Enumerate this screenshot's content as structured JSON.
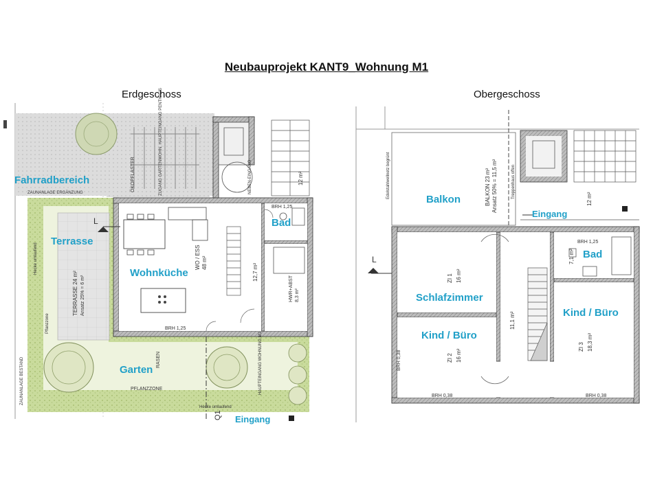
{
  "title": "Neubauprojekt KANT9_Wohnung M1",
  "floors": {
    "ground": {
      "name": "Erdgeschoss",
      "rooms": [
        {
          "key": "fahrrad",
          "label": "Fahrradbereich"
        },
        {
          "key": "terrasse",
          "label": "Terrasse"
        },
        {
          "key": "wohnkueche",
          "label": "Wohnküche"
        },
        {
          "key": "bad",
          "label": "Bad"
        },
        {
          "key": "garten",
          "label": "Garten"
        },
        {
          "key": "eingang",
          "label": "Eingang"
        }
      ],
      "annotations": {
        "wo_ess": "WO / ESS",
        "wo_ess_area": "48 m²",
        "flur_area": "12,7 m²",
        "hwr": "HWR+ABST",
        "hwr_area": "8,3 m²",
        "terrasse_text": "TERRASSE 24 m²",
        "terrasse_ansatz": "Ansatz 25% = 6 m²",
        "brh_1": "BRH 1,25",
        "brh_2": "BRH 1,25",
        "rasen": "RASEN",
        "pflanzzone": "PFLANZZONE",
        "pflanzzone_v": "Pflanzzone",
        "hecke": "Hecke umlaufend",
        "hecke_v": "Hecke umlaufend",
        "zaun": "ZAUNANLAGE ERGÄNZUNG",
        "zaun_bestand": "ZAUNANLAGE BESTAND",
        "oekopflaster": "ÖKOPFLASTER",
        "zugang": "ZUGANG GARTENWOHN. HAUPTEINGANG PENTHAUS",
        "haupteingang": "HAUPTEINGANG WOHNUNG M1",
        "nebeneingang": "NEBEN-EINGANG",
        "treppe_area": "12 m²",
        "section_mark": "L",
        "section_bottom": "Q1"
      }
    },
    "upper": {
      "name": "Obergeschoss",
      "rooms": [
        {
          "key": "balkon",
          "label": "Balkon"
        },
        {
          "key": "eingang",
          "label": "Eingang"
        },
        {
          "key": "bad",
          "label": "Bad"
        },
        {
          "key": "schlafzimmer",
          "label": "Schlafzimmer"
        },
        {
          "key": "kind1",
          "label": "Kind / Büro"
        },
        {
          "key": "kind2",
          "label": "Kind / Büro"
        }
      ],
      "annotations": {
        "balkon_text": "BALKON 23 m²",
        "balkon_ansatz": "Ansatz 50% = 11,5 m²",
        "treppenhaus": "Treppenhaus offen",
        "edelstahl": "Edelstahlwellnetz begrünt",
        "bad_area": "7,1 m²",
        "zi1": "ZI 1",
        "zi1_area": "16 m²",
        "zi2": "ZI 2",
        "zi2_area": "16 m²",
        "zi3": "ZI 3",
        "zi3_area": "18,3 m²",
        "flur_area": "11,1 m²",
        "brh_a": "BRH 1,25",
        "brh_b": "BRH 0,38",
        "brh_c": "BRH 0,38",
        "brh_d": "BRH 0,38",
        "treppe_area": "12 m²",
        "section_mark": "L"
      }
    }
  },
  "colors": {
    "label": "#21a0c8",
    "wall": "#3a3a3a",
    "hedge": "#c6d89a",
    "lawn": "#eef3de",
    "paving": "#d9d9d9",
    "terrace": "#dcdcdc"
  }
}
